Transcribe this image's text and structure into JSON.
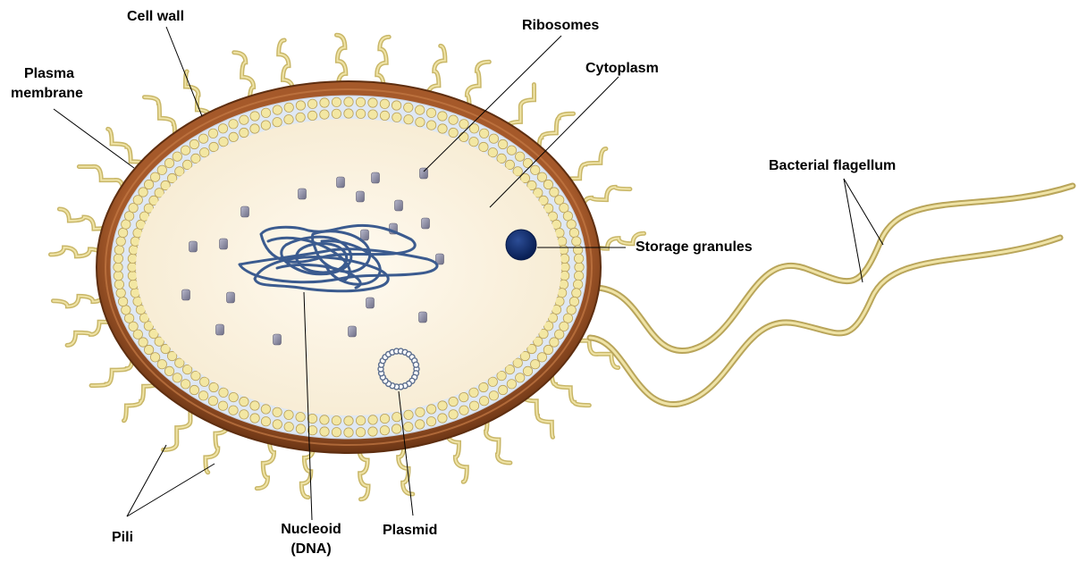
{
  "labels": {
    "cell_wall": "Cell wall",
    "plasma_membrane_1": "Plasma",
    "plasma_membrane_2": "membrane",
    "ribosomes": "Ribosomes",
    "cytoplasm": "Cytoplasm",
    "bacterial_flagellum": "Bacterial flagellum",
    "storage_granules": "Storage granules",
    "pili": "Pili",
    "nucleoid_1": "Nucleoid",
    "nucleoid_2": "(DNA)",
    "plasmid": "Plasmid"
  },
  "colors": {
    "cell_wall": "#8b4a22",
    "cell_wall_dark": "#5e2e10",
    "membrane_bead": "#f3e7a3",
    "membrane_bead_stroke": "#b9a15c",
    "membrane_inner": "#dde7f3",
    "cytoplasm": "#fdf4e0",
    "pili": "#c9b768",
    "pili_light": "#efe3a6",
    "ribosome": "#8e8ea4",
    "dna": "#3b5b8f",
    "granule": "#0a2a6b",
    "plasmid": "#5d6f8f",
    "leader": "#000000"
  },
  "icons": {
    "ribosome": "ribosome-icon",
    "granule": "storage-granule-icon",
    "plasmid": "plasmid-ring-icon",
    "dna": "nucleoid-dna-icon"
  }
}
